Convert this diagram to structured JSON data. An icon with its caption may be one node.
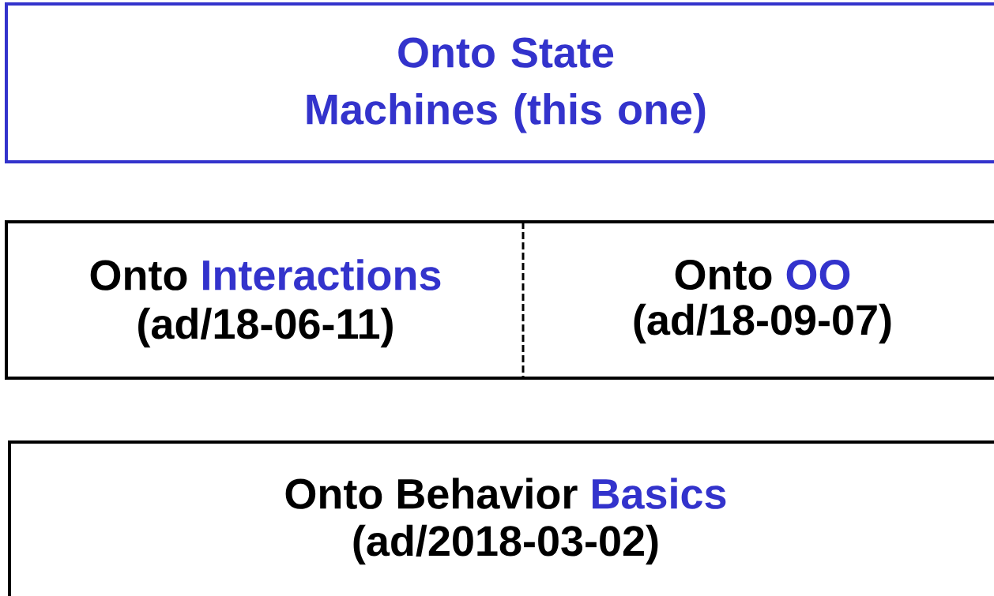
{
  "diagram": {
    "nodes": [
      {
        "text": [
          "Onto State Machines (this one)"
        ]
      },
      {
        "text": [
          "Onto",
          "Interactions",
          "(ad/18-06-11)"
        ]
      },
      {
        "text": [
          "Onto",
          "OO",
          "(ad/18-09-07)"
        ]
      },
      {
        "text": [
          "Onto Behavior",
          "Basics",
          "(ad/2018-03-02)"
        ]
      }
    ]
  }
}
